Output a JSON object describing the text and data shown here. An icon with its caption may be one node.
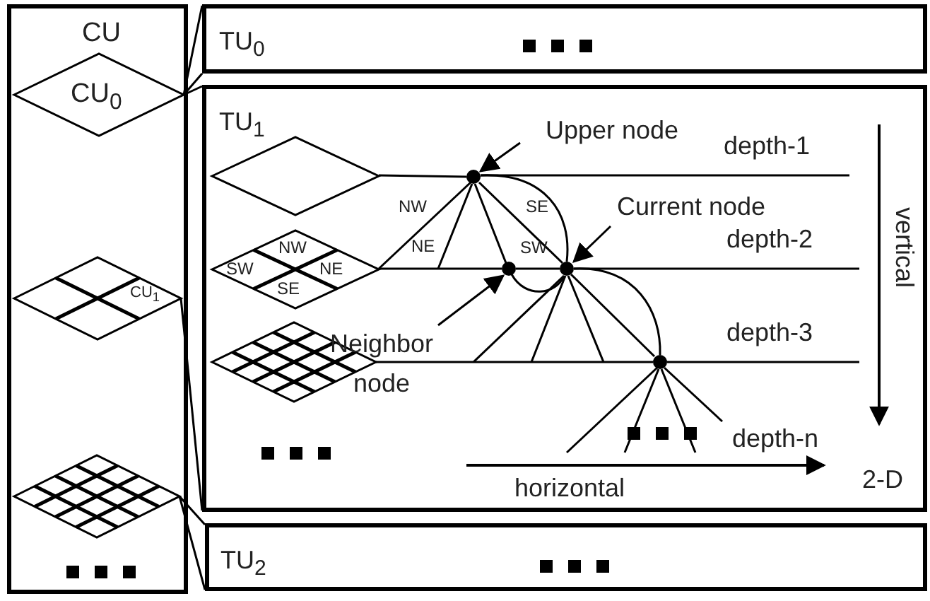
{
  "diagram": {
    "nodes": [
      {
        "text": [
          "CU"
        ]
      },
      {
        "text": [
          "CU$_{0}$"
        ],
        "in": 0
      },
      {
        "text": [
          "CU$_{1}$"
        ],
        "in": 0
      },
      {
        "text": [],
        "shape": "diamond",
        "in": 0
      },
      {
        "text": [
          "TU$_{0}$"
        ]
      },
      {
        "text": [
          "TU$_{1}$"
        ]
      },
      {
        "text": [],
        "shape": "diamond",
        "in": 5
      },
      {
        "text": [
          "NW",
          "NE",
          "SW",
          "SE"
        ],
        "in": 5
      },
      {
        "text": [],
        "shape": "diamond",
        "in": 5
      },
      {
        "text": [
          "TU$_{2}$"
        ]
      },
      {
        "text": [],
        "shape": "circle",
        "in": 5
      },
      {
        "text": [],
        "shape": "circle",
        "in": 5
      },
      {
        "text": [],
        "shape": "circle",
        "in": 5
      },
      {
        "text": [],
        "shape": "circle",
        "in": 5
      },
      {
        "text": [
          "Upper node"
        ],
        "in": 5
      },
      {
        "text": [
          "Current node"
        ],
        "in": 5
      },
      {
        "text": [
          "Neighbor node"
        ],
        "in": 5
      }
    ],
    "edges": [
      {
        "from": 1,
        "to": 4,
        "arrow": "none"
      },
      {
        "from": 1,
        "to": 5,
        "arrow": "none"
      },
      {
        "from": 2,
        "to": 5,
        "arrow": "none"
      },
      {
        "from": 3,
        "to": 9,
        "arrow": "none"
      },
      {
        "from": 6,
        "to": 10,
        "arrow": "none"
      },
      {
        "from": 7,
        "to": 12,
        "arrow": "none"
      },
      {
        "from": 12,
        "to": 11,
        "arrow": "none"
      },
      {
        "from": 8,
        "to": 13,
        "arrow": "none"
      },
      {
        "from": 10,
        "to": 7,
        "arrow": "none",
        "label": "NW"
      },
      {
        "from": 10,
        "to": null,
        "arrow": "none",
        "label": "NE"
      },
      {
        "from": 10,
        "to": 12,
        "arrow": "none",
        "label": "SW"
      },
      {
        "from": 10,
        "to": 11,
        "arrow": "none",
        "label": "SE"
      },
      {
        "from": 10,
        "to": 11,
        "arrow": "none"
      },
      {
        "from": 12,
        "to": 11,
        "arrow": "none"
      },
      {
        "from": 11,
        "to": null,
        "arrow": "none"
      },
      {
        "from": 11,
        "to": null,
        "arrow": "none"
      },
      {
        "from": 11,
        "to": null,
        "arrow": "none"
      },
      {
        "from": 11,
        "to": 13,
        "arrow": "none"
      },
      {
        "from": 11,
        "to": 13,
        "arrow": "none"
      },
      {
        "from": 13,
        "to": null,
        "arrow": "none"
      },
      {
        "from": 13,
        "to": null,
        "arrow": "none"
      },
      {
        "from": 13,
        "to": null,
        "arrow": "none"
      },
      {
        "from": 13,
        "to": null,
        "arrow": "none"
      },
      {
        "from": 14,
        "to": 10,
        "arrow": "to"
      },
      {
        "from": 15,
        "to": 11,
        "arrow": "to"
      },
      {
        "from": 16,
        "to": 12,
        "arrow": "to"
      }
    ],
    "labels": [
      "depth-1",
      "depth-2",
      "depth-3",
      "depth-n",
      "vertical",
      "horizontal",
      "2-D"
    ]
  }
}
